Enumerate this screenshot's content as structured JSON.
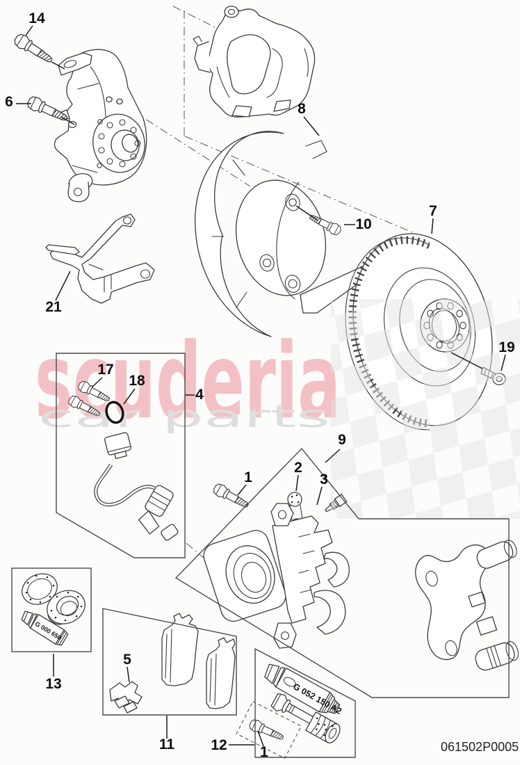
{
  "drawing": {
    "code": "061502P0005",
    "background": "#fcfcfa",
    "line_color": "#3a3a3a"
  },
  "watermark": {
    "title": "scuderia",
    "subtitle": "car parts",
    "title_color": "#f3c1c5",
    "subtitle_color": "#dedede",
    "checker_color": "#e3e3e3"
  },
  "callouts": {
    "1": "1",
    "2": "2",
    "3": "3",
    "4": "4",
    "5": "5",
    "6": "6",
    "7": "7",
    "8": "8",
    "9": "9",
    "10": "10",
    "11": "11",
    "12": "12",
    "13": "13",
    "14": "14",
    "17": "17",
    "18": "18",
    "19": "19",
    "21": "21"
  },
  "part_codes": {
    "grease_tube_small": "G 000 650",
    "grease_tube_large": "G 052 150 A2"
  }
}
